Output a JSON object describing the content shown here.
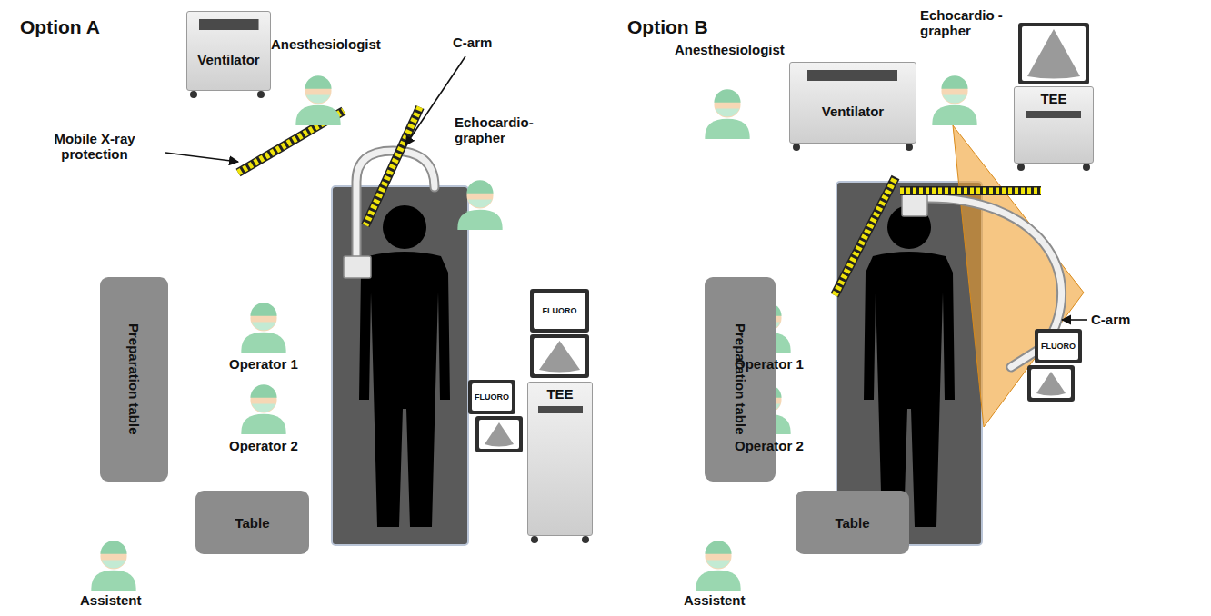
{
  "diagram": {
    "nodes": [
      {
        "text": [
          "Ventilator"
        ]
      },
      {
        "text": [
          "FLUORO"
        ]
      },
      {
        "text": [
          "TEE"
        ]
      },
      {
        "text": [
          "FLUORO"
        ]
      },
      {
        "text": [
          "Preparation table"
        ]
      },
      {
        "text": [
          "Table"
        ]
      },
      {
        "text": [
          "Ventilator"
        ]
      },
      {
        "text": [
          "TEE"
        ]
      },
      {
        "text": [
          "FLUORO"
        ]
      },
      {
        "text": [
          "Preparation table"
        ]
      },
      {
        "text": [
          "Table"
        ]
      }
    ],
    "labels": [
      "Option A",
      "Anesthesiologist",
      "C-arm",
      "Mobile X-ray protection",
      "Echocardio- grapher",
      "Operator 1",
      "Operator 2",
      "Assistent",
      "Option B",
      "Anesthesiologist",
      "Echocardio -grapher",
      "C-arm",
      "Operator 1",
      "Operator 2",
      "Assistent"
    ]
  }
}
